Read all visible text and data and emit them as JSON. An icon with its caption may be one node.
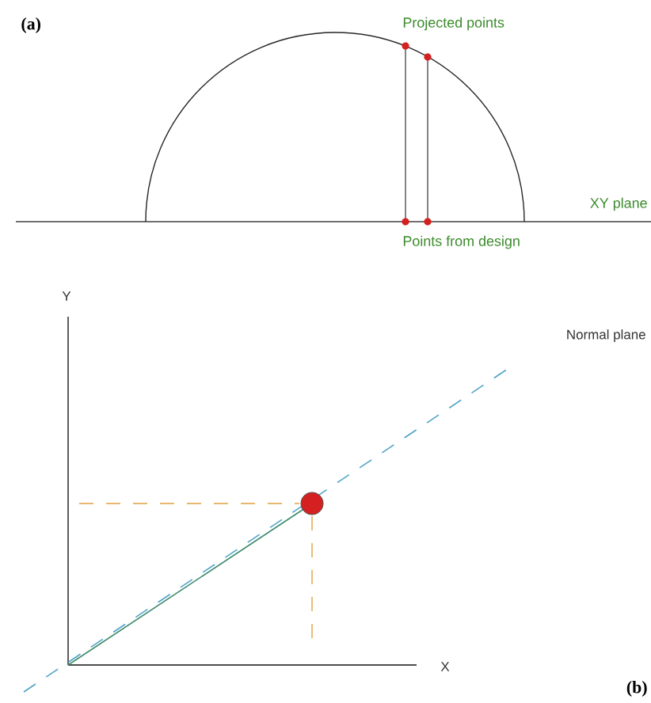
{
  "diagram": {
    "labels": [
      "(a)",
      "Projected points",
      "XY plane",
      "Points from design",
      "Y",
      "Normal plane",
      "X",
      "(b)"
    ]
  }
}
